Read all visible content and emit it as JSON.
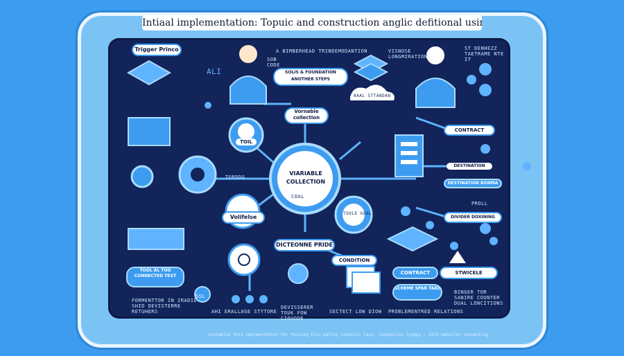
{
  "header": {
    "title": "Intiaal implementation: Topuic  and construction anglic defitional using  YAML"
  },
  "nodes": {
    "trigger": "Trigger Prinсo",
    "variable_collection": "VIARIABLE COLLECTION",
    "variable_collection_small": "Vornable collection",
    "tool": "TOIL",
    "topdo": "TOPDDG",
    "validate": "Volifelse",
    "dictionary": "DICTEONNE PRIDE",
    "condition": "CONDITION",
    "contract": "CONTRACT",
    "destination": "DESTINATION",
    "destination_bar": "DESTINATION RONMA",
    "divider": "DIVIDER DOXINING",
    "contract2": "CONTRACT",
    "scheme": "STWICELE",
    "scheme_text": "SCHEME SPAR TAKE",
    "tool_text": "TOOL AL TOO CONNECTED TEXT",
    "ali": "ALI",
    "tool_coal": "TOOLE GOAL",
    "implementation_box": "SOLIS & FOUNDATION ANOTHER STEPS"
  },
  "labels": {
    "top_center": "A BIMBERHEAD TRINDEMODANTION",
    "top_right": "ST DENHEZZ TAETRAME NTE IT",
    "top_mid": "VISNOSE LONGMIRATIONS",
    "bottom_left": "FORMENTTOR IN IRADIE SHID DEVISTERRE RETUHERS",
    "bottom_mid1": "AHI ERALLAGE STYTORE",
    "bottom_mid2": "DEVISSERER TOUK FOW CIOUOOE",
    "bottom_mid3": "SECTECT LOW DIOW",
    "bottom_mid4": "PROBLEMENTRED RELATIONS",
    "bottom_right": "BINGER TOR SANIRE COUNTER DUAL LONCITIONS",
    "proll": "PROLL",
    "sob_code": "SOB CODE",
    "coal": "COAL",
    "ssl": "SSL",
    "aal_sstanan": "AAAL STTANDAN"
  },
  "footer": {
    "text": "Concomlie this implmentation for focusng this pellsy consists less, conpoetion lyoppy — 15t3 sebution connecting"
  }
}
